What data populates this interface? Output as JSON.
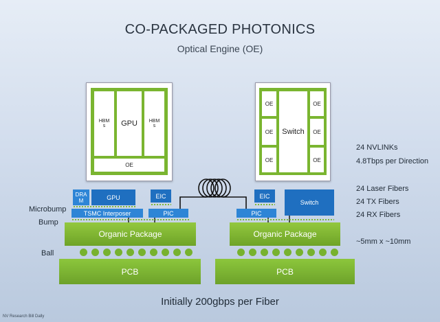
{
  "title": "CO-PACKAGED PHOTONICS",
  "subtitle": "Optical Engine (OE)",
  "gpu_top": {
    "hbm_left": "HBM\ns",
    "gpu": "GPU",
    "hbm_right": "HBM\ns",
    "oe": "OE"
  },
  "switch_top": {
    "oe_labels": [
      "OE",
      "OE",
      "OE",
      "OE",
      "OE",
      "OE"
    ],
    "switch": "Switch"
  },
  "cross_section": {
    "left": {
      "dram": "DRA\nM",
      "gpu": "GPU",
      "interposer": "TSMC Interposer",
      "eic": "EIC",
      "pic": "PIC",
      "organic": "Organic Package",
      "pcb": "PCB"
    },
    "right": {
      "eic": "EIC",
      "switch": "Switch",
      "pic": "PIC",
      "organic": "Organic Package",
      "pcb": "PCB"
    },
    "labels": {
      "microbump": "Microbump",
      "bump": "Bump",
      "ball": "Ball"
    }
  },
  "specs": {
    "nvlinks": "24 NVLINKs",
    "bandwidth": "4.8Tbps per Direction",
    "laser": "24 Laser Fibers",
    "tx": "24 TX Fibers",
    "rx": "24 RX Fibers",
    "size": "~5mm x ~10mm"
  },
  "footer": "Initially 200gbps per Fiber",
  "credit": "NV Research Bill Dally",
  "colors": {
    "green": "#7ab530",
    "blue": "#1f6fc0"
  }
}
